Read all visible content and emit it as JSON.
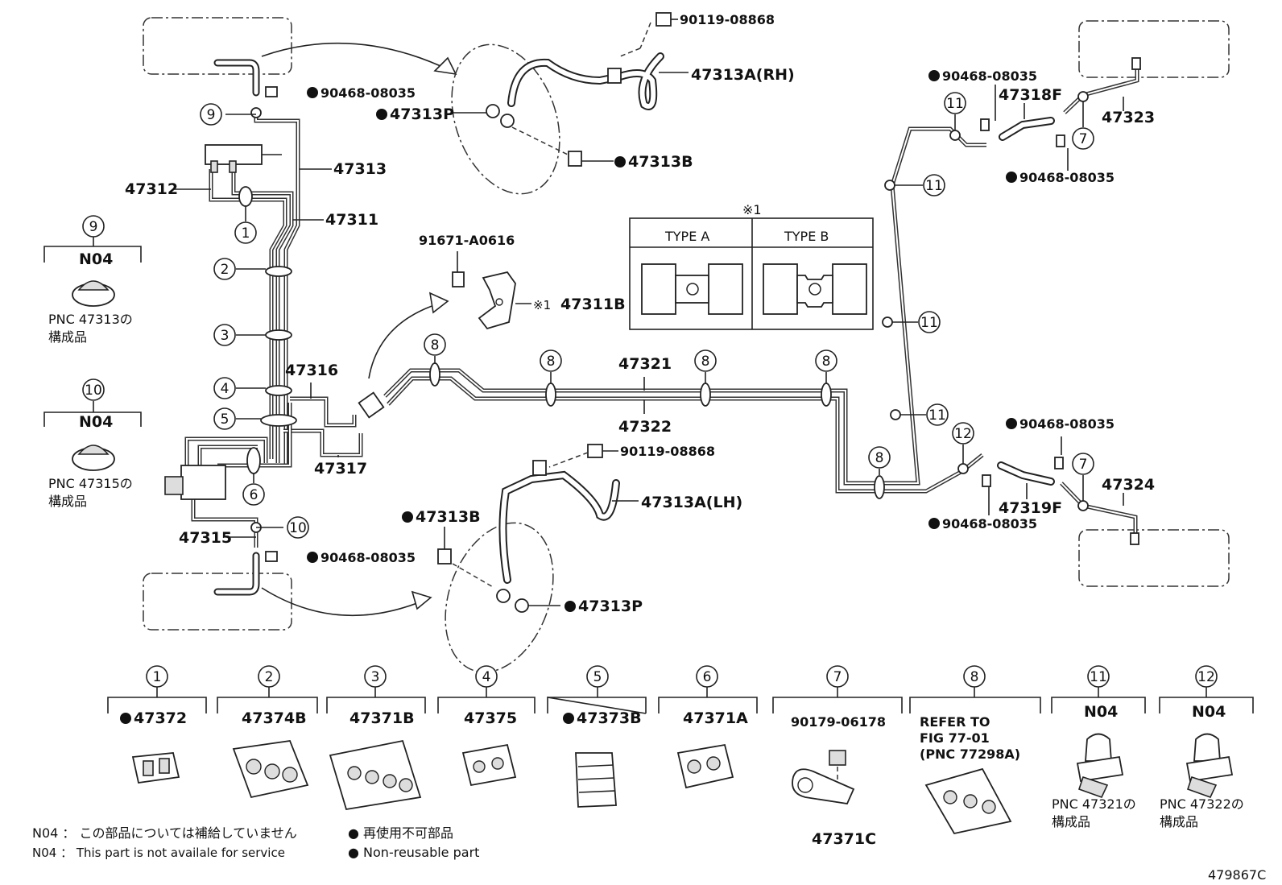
{
  "figure_id": "479867C",
  "ref_mark": "※1",
  "type_a_label": "TYPE A",
  "type_b_label": "TYPE B",
  "part_numbers": {
    "p47313": "47313",
    "p47312": "47312",
    "p47311": "47311",
    "p47316": "47316",
    "p47317": "47317",
    "p47315": "47315",
    "p47321": "47321",
    "p47322": "47322",
    "p47323": "47323",
    "p47324": "47324",
    "p47318f": "47318F",
    "p47319f": "47319F",
    "p47313a_rh": "47313A(RH)",
    "p47313a_lh": "47313A(LH)",
    "p47313p_top": "47313P",
    "p47313p_bot": "47313P",
    "p47313b_top": "47313B",
    "p47313b_bot": "47313B",
    "p47311b": "47311B",
    "p91671": "91671-A0616",
    "bolt_top": "90119-08868",
    "bolt_bot": "90119-08868",
    "clip_tl": "90468-08035",
    "clip_bl": "90468-08035",
    "clip_tr": "90468-08035",
    "clip_tr2": "90468-08035",
    "clip_br": "90468-08035",
    "clip_br2": "90468-08035"
  },
  "side_items": [
    {
      "num": "9",
      "code": "N04",
      "pnc": "PNC 47313の",
      "sub": "構成品"
    },
    {
      "num": "10",
      "code": "N04",
      "pnc": "PNC 47315の",
      "sub": "構成品"
    }
  ],
  "bottom_items": [
    {
      "num": "1",
      "label": "47372",
      "nonreusable": true
    },
    {
      "num": "2",
      "label": "47374B",
      "nonreusable": false
    },
    {
      "num": "3",
      "label": "47371B",
      "nonreusable": false
    },
    {
      "num": "4",
      "label": "47375",
      "nonreusable": false
    },
    {
      "num": "5",
      "label": "47373B",
      "nonreusable": true
    },
    {
      "num": "6",
      "label": "47371A",
      "nonreusable": false
    },
    {
      "num": "7",
      "label": "90179-06178",
      "bottom_label": "47371C",
      "nonreusable": false
    },
    {
      "num": "8",
      "refer1": "REFER TO",
      "refer2": "FIG 77-01",
      "refer3": "(PNC 77298A)"
    },
    {
      "num": "11",
      "label": "N04",
      "pnc": "PNC 47321の",
      "sub": "構成品"
    },
    {
      "num": "12",
      "label": "N04",
      "pnc": "PNC 47322の",
      "sub": "構成品"
    }
  ],
  "legend": {
    "n04_jp": "N04 ： この部品については補給していません",
    "n04_en": "N04 ： This part is not availale for service",
    "nonreusable_jp": "● 再使用不可部品",
    "nonreusable_en": "● Non-reusable part"
  }
}
